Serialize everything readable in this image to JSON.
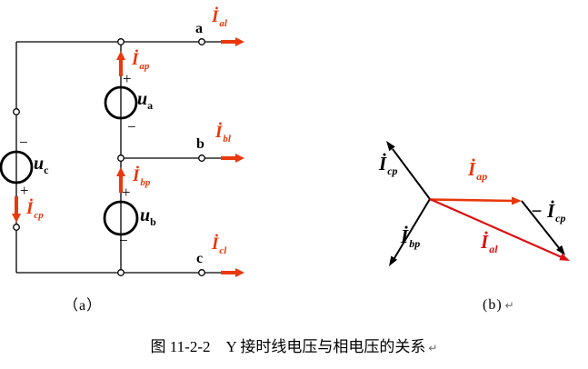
{
  "figure": {
    "caption_text": "图 11-2-2　Y 接时线电压与相电压的关系",
    "para_mark": "↵",
    "sub_a_label": "（a）",
    "sub_b_label": "(b)"
  },
  "colors": {
    "wire_black": "#000000",
    "phase_current_red": "#e8380c",
    "line_current_red": "#dc1010",
    "background": "#ffffff"
  },
  "circuit": {
    "terminals": [
      {
        "label": "a"
      },
      {
        "label": "b"
      },
      {
        "label": "c"
      }
    ],
    "sources": [
      {
        "label_main": "u",
        "label_sub": "a",
        "plus": "+",
        "minus": "−"
      },
      {
        "label_main": "u",
        "label_sub": "b",
        "plus": "+",
        "minus": "−"
      },
      {
        "label_main": "u",
        "label_sub": "c",
        "plus": "+",
        "minus": "−"
      }
    ],
    "currents": {
      "phase": [
        {
          "main": "İ",
          "sub": "ap"
        },
        {
          "main": "İ",
          "sub": "bp"
        },
        {
          "main": "İ",
          "sub": "cp"
        }
      ],
      "line": [
        {
          "main": "İ",
          "sub": "al"
        },
        {
          "main": "İ",
          "sub": "bl"
        },
        {
          "main": "İ",
          "sub": "cl"
        }
      ]
    }
  },
  "phasor": {
    "vectors": [
      {
        "name": "I_cp",
        "main": "İ",
        "sub": "cp",
        "color": "black"
      },
      {
        "name": "I_bp",
        "main": "İ",
        "sub": "bp",
        "color": "black"
      },
      {
        "name": "I_ap",
        "main": "İ",
        "sub": "ap",
        "color": "#e8380c"
      },
      {
        "name": "minus_I_cp",
        "prefix": "− ",
        "main": "İ",
        "sub": "cp",
        "color": "black"
      },
      {
        "name": "I_al",
        "main": "İ",
        "sub": "al",
        "color": "#dc1010"
      }
    ]
  }
}
